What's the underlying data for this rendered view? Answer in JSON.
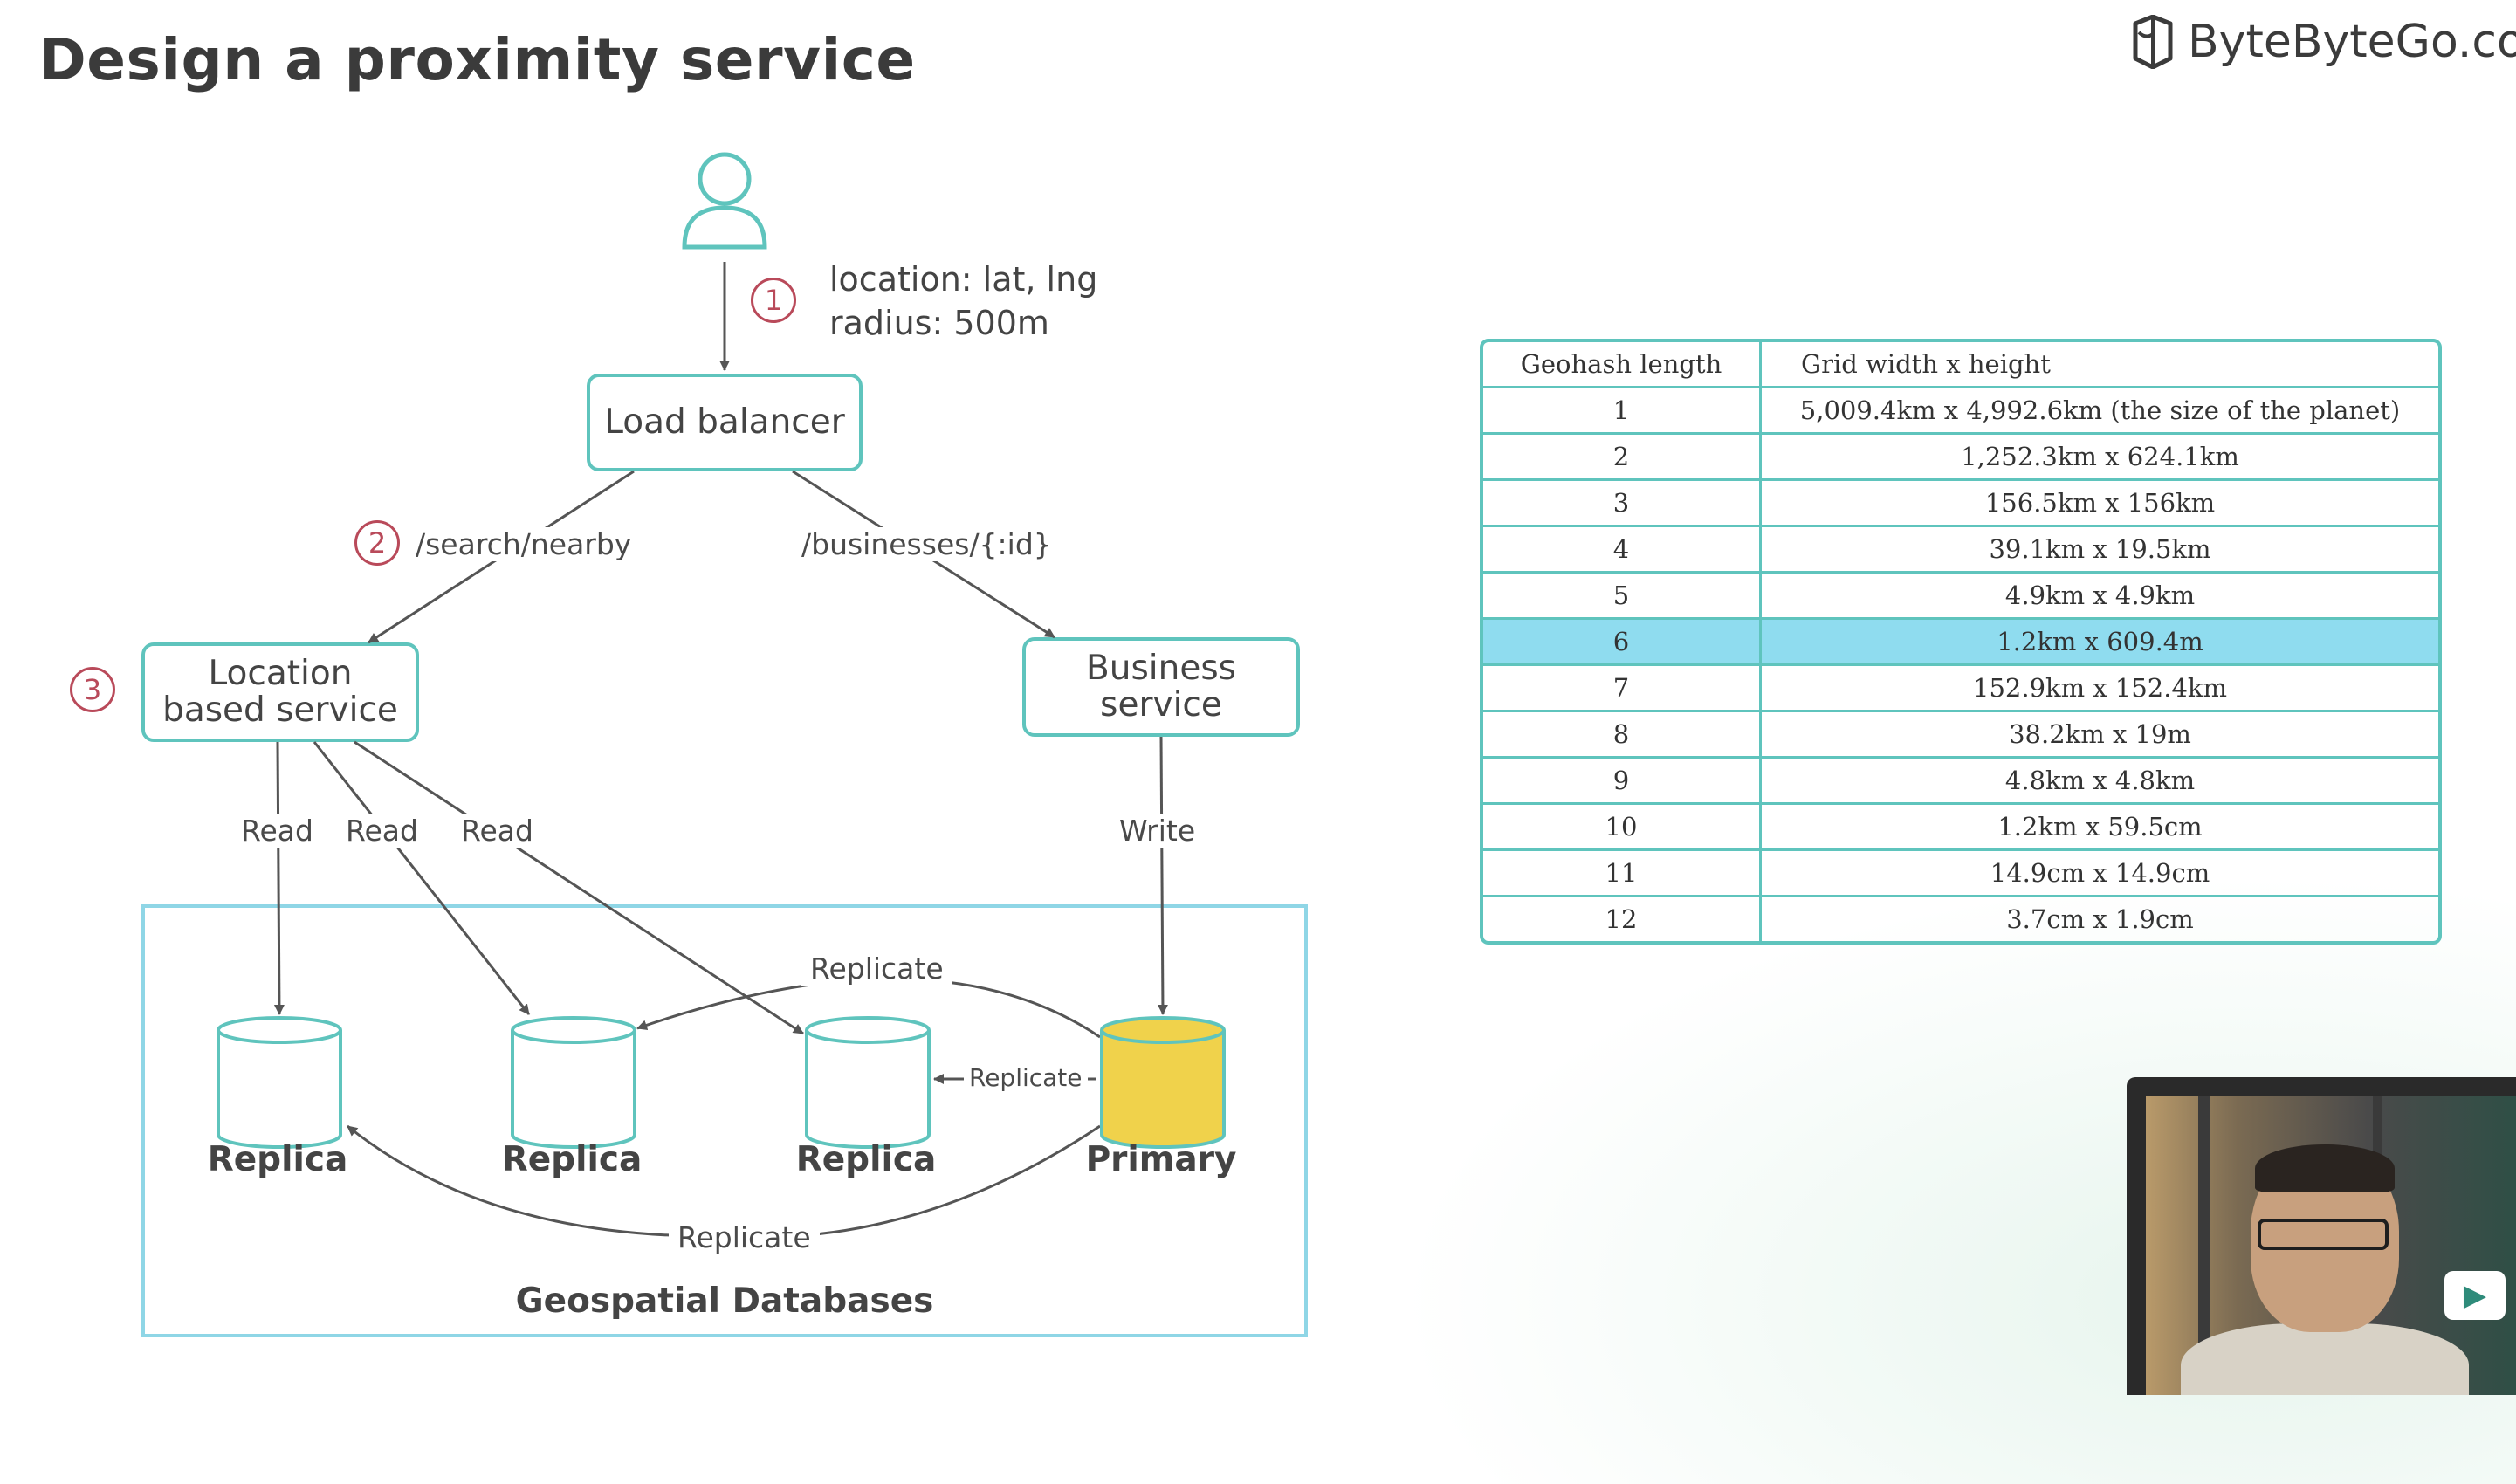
{
  "header": {
    "title": "Design a proximity service",
    "brand": "ByteByteGo.com"
  },
  "diagram": {
    "request": {
      "step": "1",
      "location": "location: lat, lng",
      "radius": "radius: 500m"
    },
    "nodes": {
      "load_balancer": "Load balancer",
      "location_service": "Location based service",
      "business_service": "Business service"
    },
    "edges": {
      "search_nearby": "/search/nearby",
      "businesses_id": "/businesses/{:id}",
      "read": "Read",
      "write": "Write",
      "replicate": "Replicate"
    },
    "steps": {
      "search": "2",
      "location": "3"
    },
    "databases": {
      "group_label": "Geospatial Databases",
      "replica": "Replica",
      "primary": "Primary"
    },
    "colors": {
      "border": "#5fc4bd",
      "primary_fill": "#f0d24b",
      "step": "#b94a5a"
    }
  },
  "geohash_table": {
    "headers": [
      "Geohash length",
      "Grid width x height"
    ],
    "highlight_row": 5,
    "highlight_color": "#8fdcef",
    "rows": [
      [
        "1",
        "5,009.4km  x  4,992.6km (the size of the planet)"
      ],
      [
        "2",
        "1,252.3km  x  624.1km"
      ],
      [
        "3",
        "156.5km  x  156km"
      ],
      [
        "4",
        "39.1km  x  19.5km"
      ],
      [
        "5",
        "4.9km  x  4.9km"
      ],
      [
        "6",
        "1.2km  x  609.4m"
      ],
      [
        "7",
        "152.9km  x  152.4km"
      ],
      [
        "8",
        "38.2km  x  19m"
      ],
      [
        "9",
        "4.8km  x  4.8km"
      ],
      [
        "10",
        "1.2km  x  59.5cm"
      ],
      [
        "11",
        "14.9cm  x  14.9cm"
      ],
      [
        "12",
        "3.7cm  x  1.9cm"
      ]
    ]
  }
}
